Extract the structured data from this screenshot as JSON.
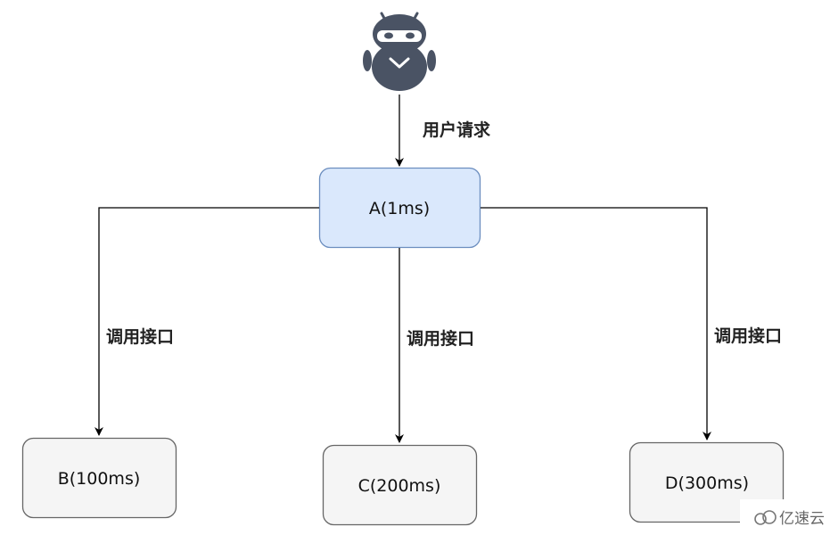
{
  "request_label": "用户请求",
  "nodes": {
    "a": "A(1ms)",
    "b": "B(100ms)",
    "c": "C(200ms)",
    "d": "D(300ms)"
  },
  "edge_labels": {
    "to_b": "调用接口",
    "to_c": "调用接口",
    "to_d": "调用接口"
  },
  "watermark": "亿速云",
  "colors": {
    "node_a_fill": "#dae8fc",
    "node_a_stroke": "#6c8ebf",
    "node_fill": "#f5f5f5",
    "node_stroke": "#666666",
    "line": "#000000",
    "robot": "#4a5364"
  }
}
